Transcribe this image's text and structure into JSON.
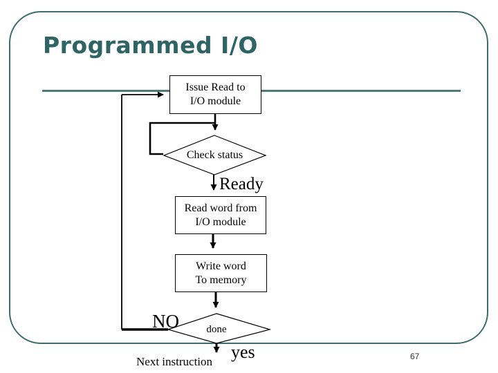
{
  "slide": {
    "title": "Programmed I/O",
    "page_number": "67",
    "colors": {
      "accent_teal": "#2F6464",
      "border_teal": "#3E6C6C",
      "line_teal": "#4F7B7B",
      "flow_stroke": "#000000",
      "background": "#FFFFFF"
    }
  },
  "flowchart": {
    "boxes": [
      {
        "id": "issue",
        "label": "Issue Read to\nI/O module"
      },
      {
        "id": "read",
        "label": "Read word from\nI/O module"
      },
      {
        "id": "write",
        "label": "Write word\nTo memory"
      }
    ],
    "decisions": [
      {
        "id": "check",
        "label": "Check status"
      },
      {
        "id": "done",
        "label": "done"
      }
    ],
    "branch_labels": [
      {
        "id": "ready",
        "text": "Ready"
      },
      {
        "id": "no",
        "text": "NO"
      },
      {
        "id": "yes",
        "text": "yes"
      },
      {
        "id": "next",
        "text": "Next instruction"
      }
    ]
  }
}
